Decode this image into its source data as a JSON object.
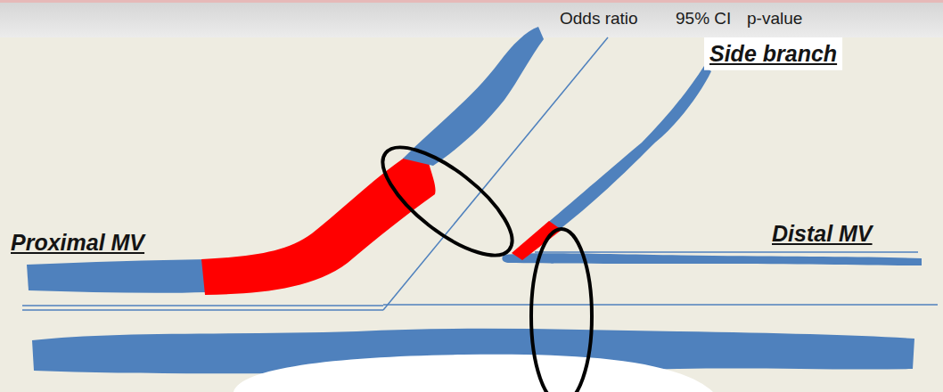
{
  "diagram": {
    "labels": [
      "Odds ratio",
      "95% CI",
      "p-value",
      "Side branch",
      "Proximal MV",
      "Distal MV"
    ]
  }
}
